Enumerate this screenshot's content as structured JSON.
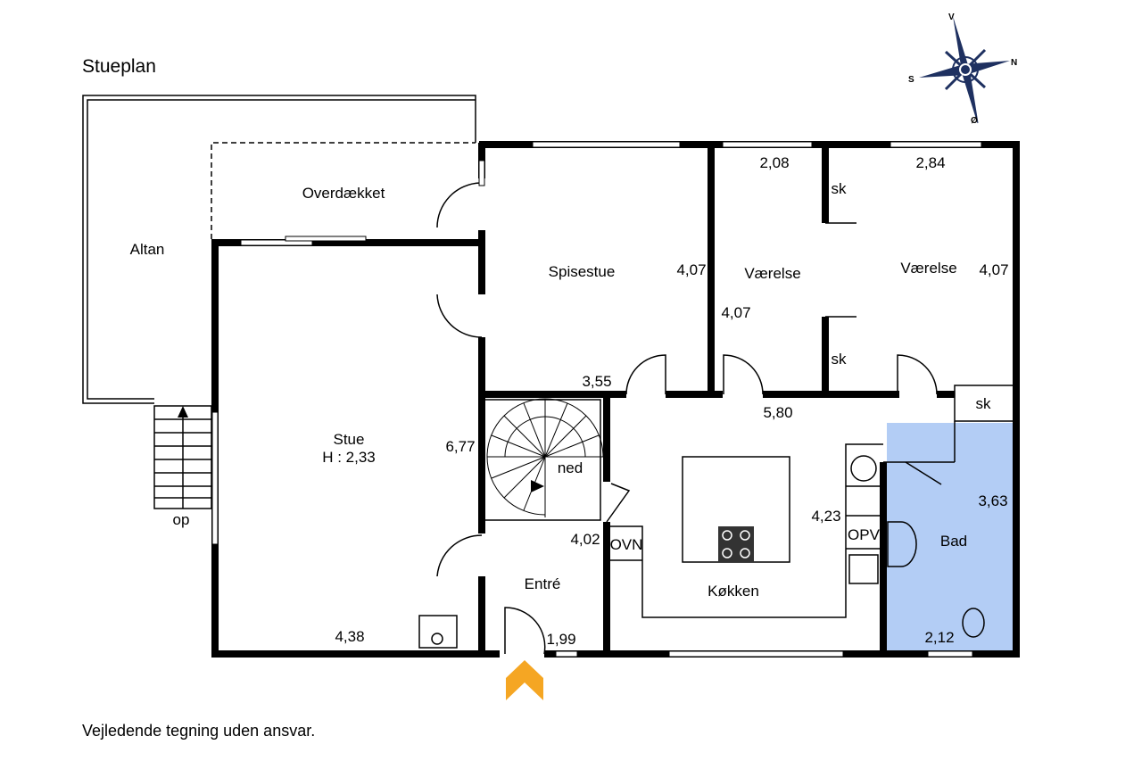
{
  "title": "Stueplan",
  "disclaimer": "Vejledende tegning uden ansvar.",
  "compass": {
    "north": "N",
    "south": "S",
    "west": "V",
    "east": "Ø"
  },
  "rooms": {
    "altan": "Altan",
    "overdaekket": "Overdækket",
    "spisestue": "Spisestue",
    "vaerelse1": "Værelse",
    "vaerelse2": "Værelse",
    "stue": "Stue",
    "stue_height": "H : 2,33",
    "entre": "Entré",
    "koekken": "Køkken",
    "bad": "Bad"
  },
  "labels": {
    "sk1": "sk",
    "sk2": "sk",
    "sk3": "sk",
    "op": "op",
    "ned": "ned",
    "ovn": "OVN",
    "opv": "OPV"
  },
  "dimensions": {
    "d208": "2,08",
    "d284": "2,84",
    "d407a": "4,07",
    "d407b": "4,07",
    "d407c": "4,07",
    "d355": "3,55",
    "d580": "5,80",
    "d677": "6,77",
    "d402": "4,02",
    "d423": "4,23",
    "d363": "3,63",
    "d438": "4,38",
    "d199": "1,99",
    "d212": "2,12"
  },
  "colors": {
    "bath": "#b3cdf5",
    "entrance_arrow": "#f5a623",
    "compass": "#1e3060"
  }
}
